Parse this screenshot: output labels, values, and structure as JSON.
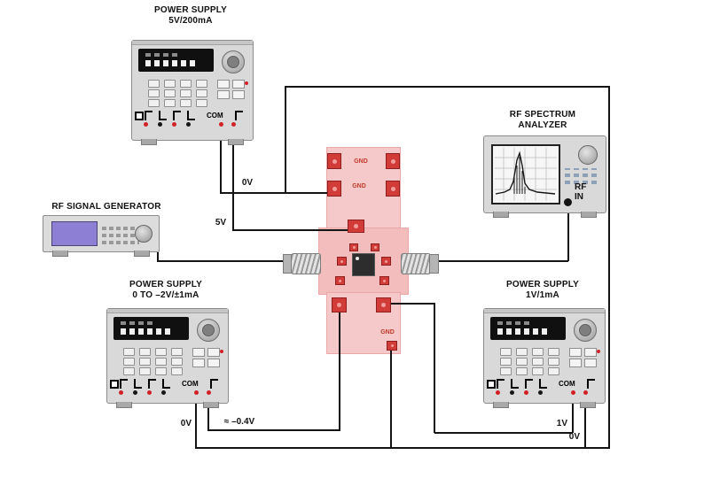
{
  "devices": {
    "ps_top": {
      "title1": "POWER SUPPLY",
      "title2": "5V/200mA",
      "com": "COM"
    },
    "sig_gen": {
      "title": "RF SIGNAL GENERATOR"
    },
    "ps_left": {
      "title1": "POWER SUPPLY",
      "title2": "0 TO –2V/±1mA",
      "com": "COM"
    },
    "ps_right": {
      "title1": "POWER SUPPLY",
      "title2": "1V/1mA",
      "com": "COM"
    },
    "analyzer": {
      "title1": "RF SPECTRUM",
      "title2": "ANALYZER",
      "rf_in_1": "RF",
      "rf_in_2": "IN"
    }
  },
  "board": {
    "gnd_top": "GND",
    "gnd_mid": "GND",
    "gnd_bottom": "GND"
  },
  "wire_labels": {
    "top_0v": "0V",
    "top_5v": "5V",
    "neg": "≈ –0.4V",
    "left_0v": "0V",
    "right_1v": "1V",
    "right_0v": "0V"
  },
  "colors": {
    "pcb": "#f5c9c9",
    "pcb_mid": "#f3bdbd",
    "pad_red": "#d13c38",
    "wire": "#141414",
    "display_purple": "#8d7fd4",
    "led_red": "#cf2127"
  }
}
